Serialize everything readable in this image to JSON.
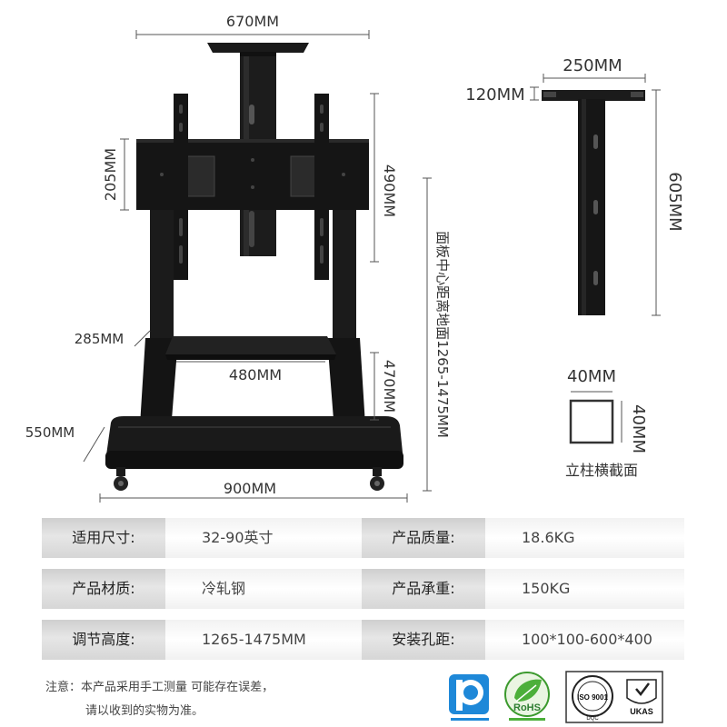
{
  "drawing": {
    "dim_top_width": "670MM",
    "dim_panel_height": "205MM",
    "dim_mount_height": "490MM",
    "dim_shelf_depth": "285MM",
    "dim_shelf_width": "480MM",
    "dim_shelf_height": "470MM",
    "dim_base_depth": "550MM",
    "dim_base_width": "900MM",
    "center_height_label": "面板中心距离地面1265-1475MM",
    "top_bracket_width": "250MM",
    "top_bracket_depth": "120MM",
    "top_bracket_height": "605MM",
    "section_width": "40MM",
    "section_height": "40MM",
    "section_caption": "立柱横截面"
  },
  "specs": [
    {
      "label1": "适用尺寸:",
      "value1": "32-90英寸",
      "label2": "产品质量:",
      "value2": "18.6KG"
    },
    {
      "label1": "产品材质:",
      "value1": "冷轧钢",
      "label2": "产品承重:",
      "value2": "150KG"
    },
    {
      "label1": "调节高度:",
      "value1": "1265-1475MM",
      "label2": "安装孔距:",
      "value2": "100*100-600*400"
    }
  ],
  "note": {
    "line1": "注意：本产品采用手工测量 可能存在误差，",
    "line2": "请以收到的实物为准。"
  },
  "badges": {
    "rohs": "RoHS",
    "iso": "ISO 9001",
    "ukas": "UKAS",
    "dqc": "DQC"
  }
}
